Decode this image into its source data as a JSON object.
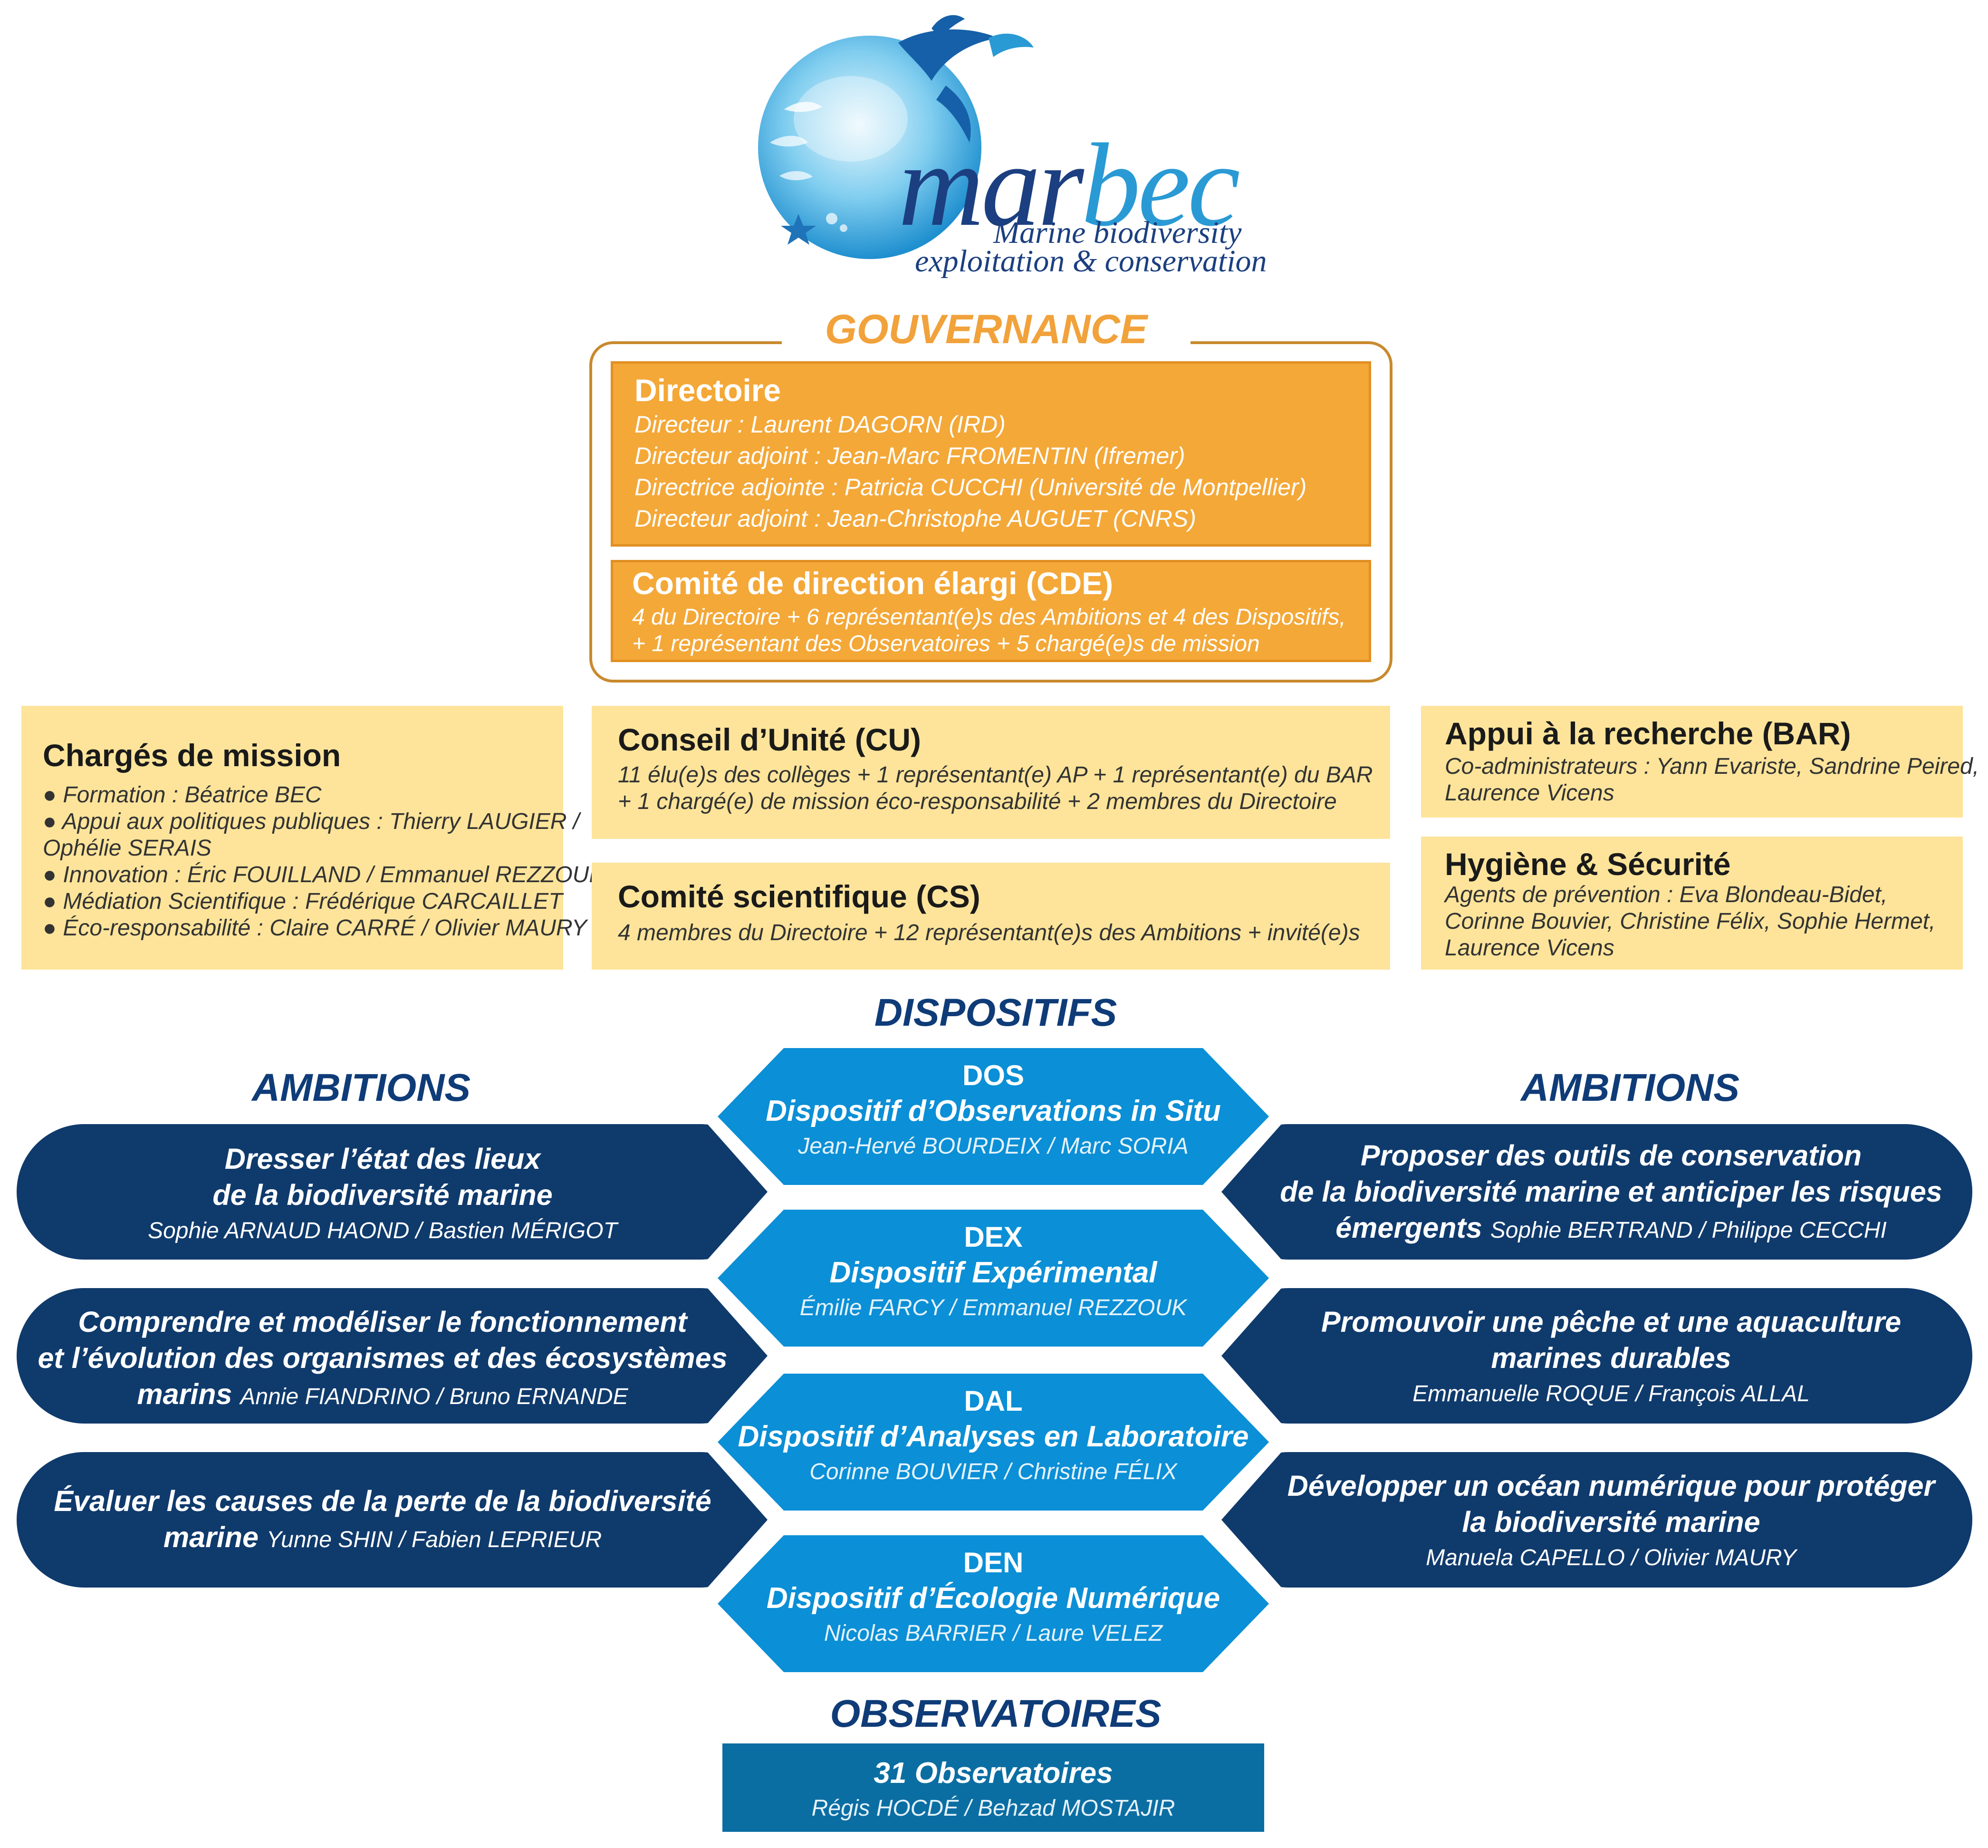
{
  "logo": {
    "word_part1": "mar",
    "word_part2": "bec",
    "subtitle1": "Marine biodiversity",
    "subtitle2": "exploitation & conservation"
  },
  "colors": {
    "orange": "#f4a838",
    "yellow": "#fde49a",
    "navy": "#0f3a6c",
    "blue": "#0b8fd6",
    "teal": "#0b6ea3",
    "gold_border": "#c98a2e"
  },
  "gouvernance": {
    "title": "GOUVERNANCE",
    "directoire": {
      "title": "Directoire",
      "lines": [
        "Directeur : Laurent DAGORN (IRD)",
        "Directeur adjoint : Jean-Marc FROMENTIN (Ifremer)",
        "Directrice adjointe : Patricia CUCCHI (Université de Montpellier)",
        "Directeur adjoint : Jean-Christophe AUGUET (CNRS)"
      ]
    },
    "cde": {
      "title": "Comité de direction élargi (CDE)",
      "lines": [
        "4 du Directoire + 6 représentant(e)s des Ambitions et 4 des Dispositifs,",
        "+ 1 représentant des Observatoires + 5 chargé(e)s de mission"
      ]
    }
  },
  "charges": {
    "title": "Chargés de mission",
    "bullet": "●",
    "items": [
      "Formation : Béatrice BEC",
      "Appui aux politiques publiques : Thierry LAUGIER /",
      "Innovation : Éric FOUILLAND / Emmanuel REZZOUK",
      "Médiation Scientifique : Frédérique CARCAILLET",
      "Éco-responsabilité : Claire CARRÉ / Olivier MAURY"
    ],
    "continuation": "Ophélie SERAIS"
  },
  "cu": {
    "title": "Conseil d’Unité (CU)",
    "lines": [
      "11 élu(e)s des collèges + 1 représentant(e) AP + 1 représentant(e) du BAR",
      "+ 1 chargé(e) de mission éco-responsabilité + 2 membres du Directoire"
    ]
  },
  "cs": {
    "title": "Comité scientifique (CS)",
    "lines": [
      "4 membres du Directoire + 12 représentant(e)s des Ambitions + invité(e)s"
    ]
  },
  "bar": {
    "title": "Appui à la recherche (BAR)",
    "lines": [
      "Co-administrateurs : Yann Evariste, Sandrine Peired,",
      "Laurence Vicens"
    ]
  },
  "hs": {
    "title": "Hygiène & Sécurité",
    "lines": [
      "Agents de prévention : Eva Blondeau-Bidet,",
      "Corinne Bouvier, Christine Félix, Sophie Hermet,",
      "Laurence Vicens"
    ]
  },
  "dispositifs": {
    "title": "DISPOSITIFS",
    "items": [
      {
        "code": "DOS",
        "title": "Dispositif d’Observations in Situ",
        "people": "Jean-Hervé BOURDEIX / Marc SORIA"
      },
      {
        "code": "DEX",
        "title": "Dispositif Expérimental",
        "people": "Émilie FARCY / Emmanuel REZZOUK"
      },
      {
        "code": "DAL",
        "title": "Dispositif d’Analyses en Laboratoire",
        "people": "Corinne BOUVIER / Christine FÉLIX"
      },
      {
        "code": "DEN",
        "title": "Dispositif d’Écologie Numérique",
        "people": "Nicolas BARRIER / Laure VELEZ"
      }
    ]
  },
  "ambitions": {
    "title": "AMBITIONS",
    "left": [
      {
        "line1": "Dresser l’état des lieux",
        "line2": "de la biodiversité marine",
        "line3": "",
        "people": "Sophie ARNAUD HAOND / Bastien MÉRIGOT"
      },
      {
        "line1": "Comprendre et modéliser le fonctionnement",
        "line2": "et l’évolution des organismes et des écosystèmes",
        "line3": "marins",
        "people": "Annie FIANDRINO / Bruno ERNANDE"
      },
      {
        "line1": "Évaluer les causes de la perte de la biodiversité",
        "line2": "",
        "line3": "marine",
        "people": "Yunne SHIN / Fabien LEPRIEUR"
      }
    ],
    "right": [
      {
        "line1": "Proposer des outils de conservation",
        "line2": "de la biodiversité marine et anticiper les risques",
        "line3": "émergents",
        "people": "Sophie BERTRAND / Philippe CECCHI"
      },
      {
        "line1": "Promouvoir une pêche et une aquaculture",
        "line2": "marines durables",
        "line3": "",
        "people": "Emmanuelle ROQUE / François ALLAL"
      },
      {
        "line1": "Développer un océan numérique pour protéger",
        "line2": "la biodiversité marine",
        "line3": "",
        "people": "Manuela CAPELLO / Olivier MAURY"
      }
    ]
  },
  "observatoires": {
    "title": "OBSERVATOIRES",
    "box_title": "31 Observatoires",
    "people": "Régis HOCDÉ / Behzad MOSTAJIR"
  }
}
